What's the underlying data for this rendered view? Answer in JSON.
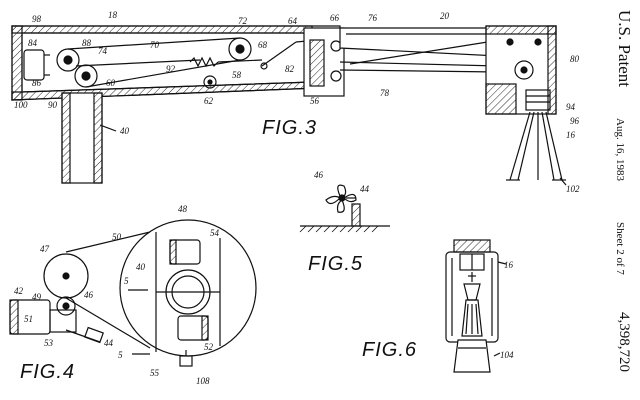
{
  "header": {
    "patent_office": "U.S. Patent",
    "date": "Aug. 16, 1983",
    "sheet": "Sheet 2 of 7",
    "patent_number": "4,398,720"
  },
  "figures": {
    "fig3": {
      "caption": "FIG.3",
      "refs": [
        "98",
        "18",
        "72",
        "64",
        "66",
        "76",
        "20",
        "84",
        "88",
        "74",
        "70",
        "68",
        "80",
        "86",
        "60",
        "92",
        "58",
        "82",
        "94",
        "96",
        "100",
        "90",
        "62",
        "56",
        "78",
        "40",
        "16",
        "102"
      ]
    },
    "fig4": {
      "caption": "FIG.4",
      "refs": [
        "48",
        "54",
        "50",
        "47",
        "40",
        "5",
        "42",
        "49",
        "46",
        "51",
        "53",
        "44",
        "52",
        "5",
        "55",
        "108"
      ]
    },
    "fig5": {
      "caption": "FIG.5",
      "refs": [
        "46",
        "44"
      ]
    },
    "fig6": {
      "caption": "FIG.6",
      "refs": [
        "16",
        "104"
      ]
    }
  }
}
